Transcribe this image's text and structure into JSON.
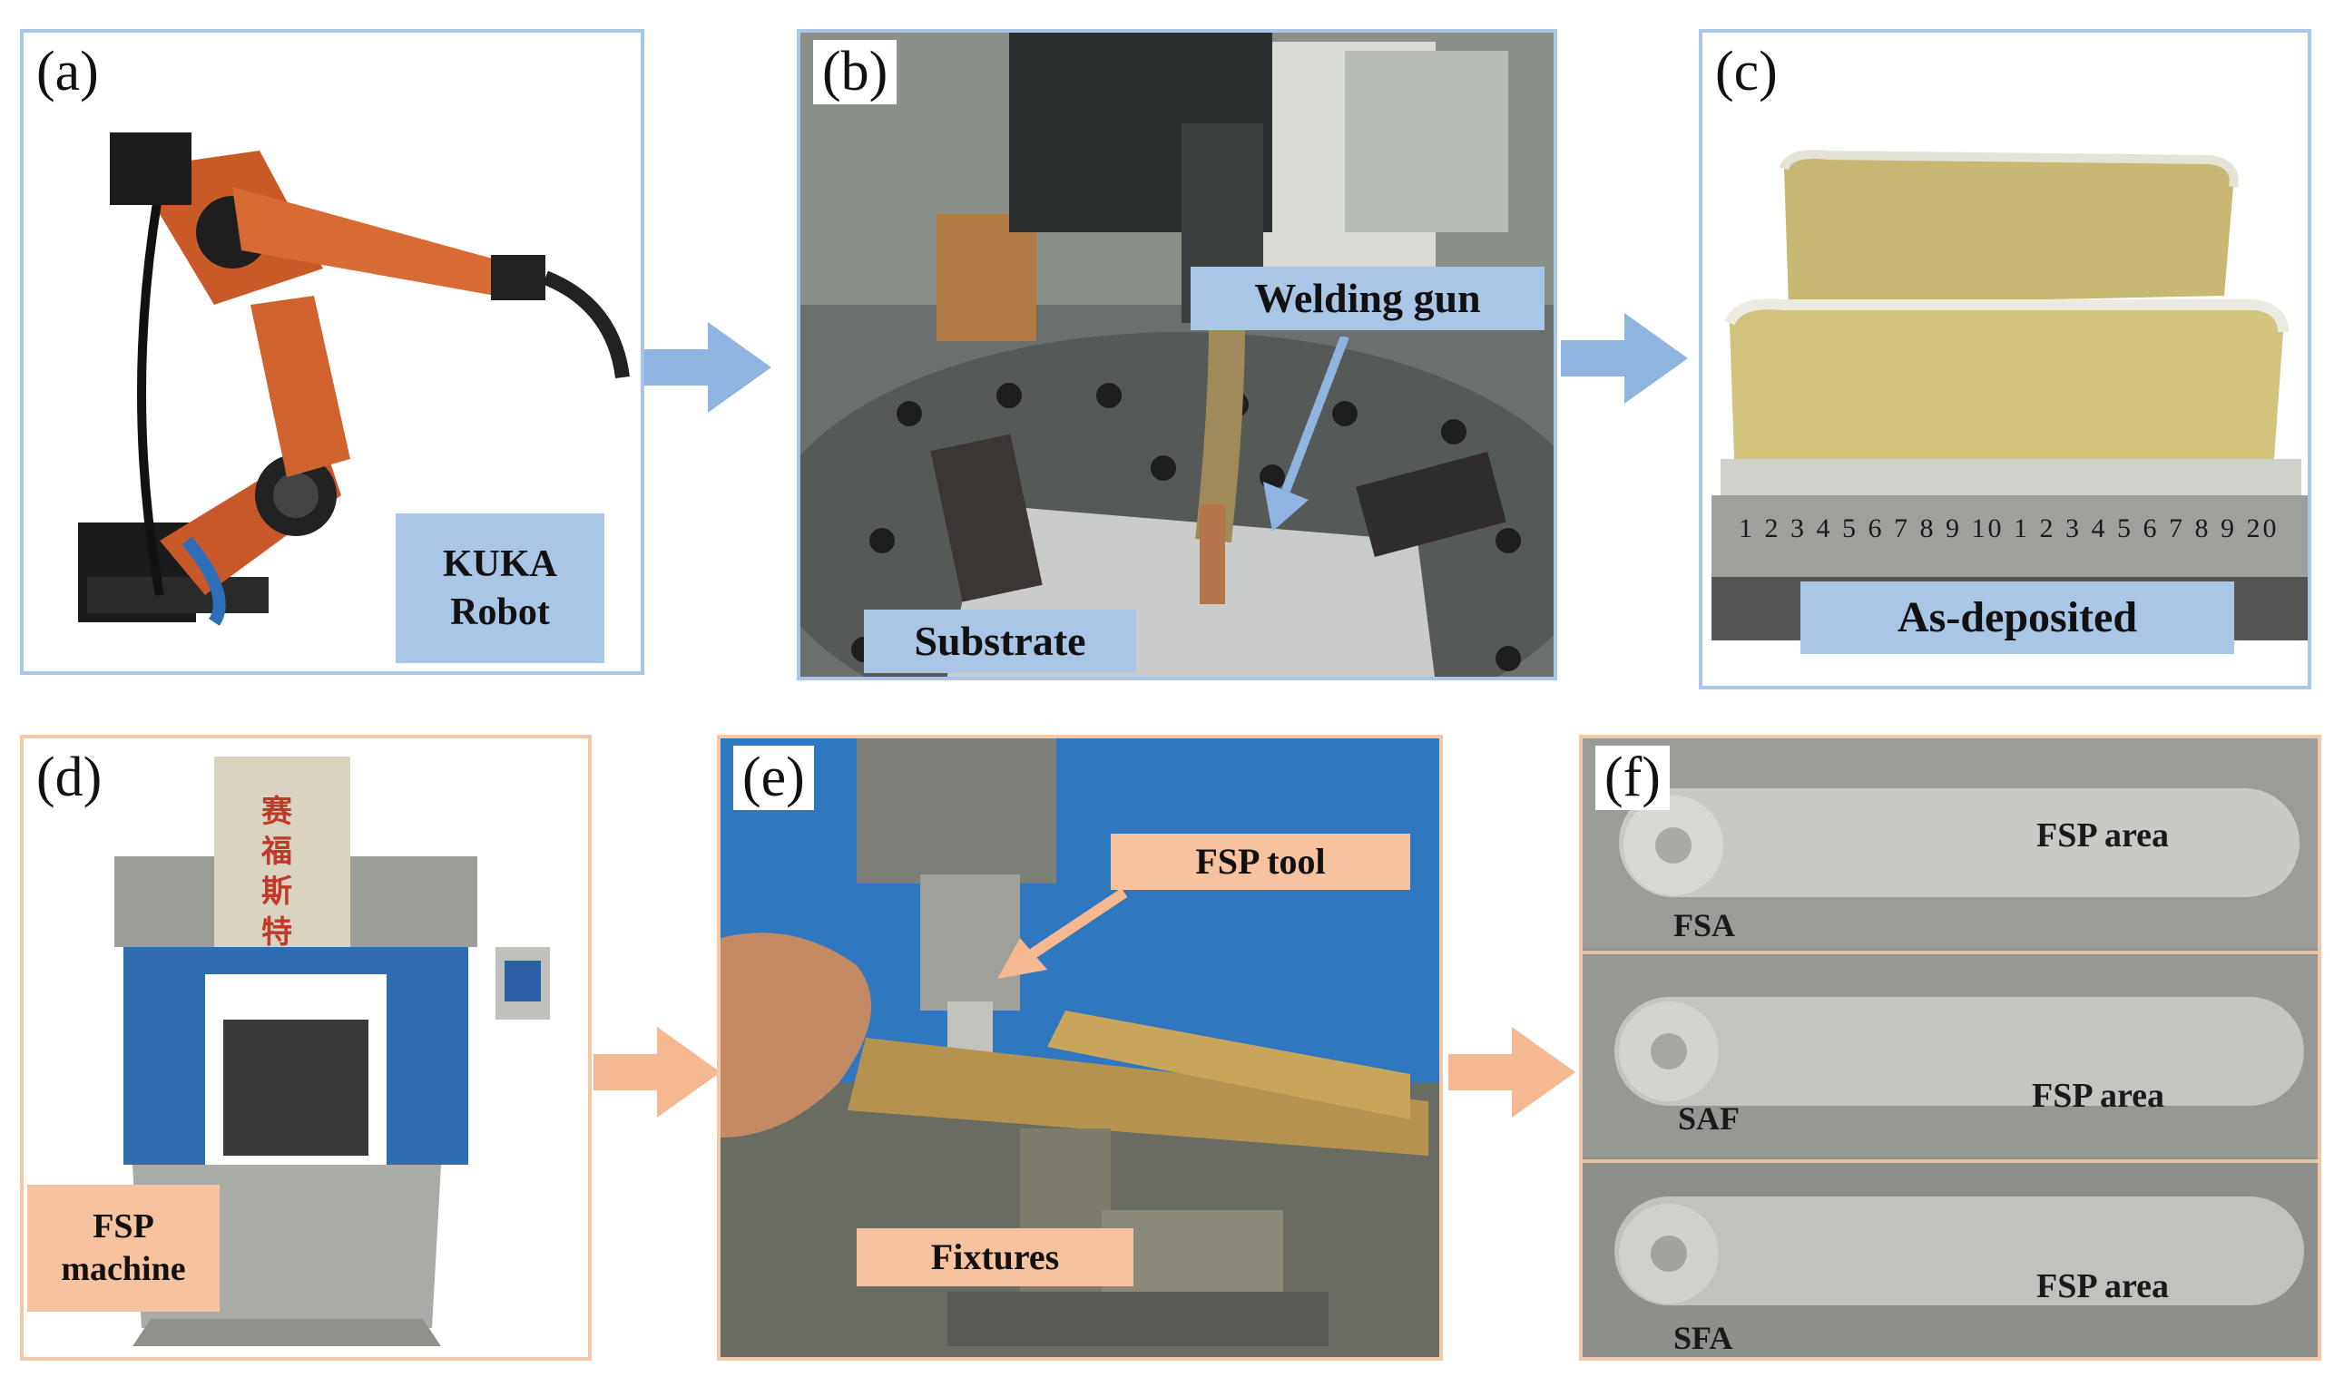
{
  "panels": {
    "a": {
      "letter": "(a)",
      "label": "KUKA Robot"
    },
    "b": {
      "letter": "(b)",
      "welding_gun": "Welding gun",
      "substrate": "Substrate"
    },
    "c": {
      "letter": "(c)",
      "label": "As-deposited",
      "ruler": "1 2 3 4 5 6 7 8 9 10 1 2 3 4 5 6 7 8 9 20"
    },
    "d": {
      "letter": "(d)",
      "label": "FSP machine",
      "logo_text": "赛福斯特"
    },
    "e": {
      "letter": "(e)",
      "fsp_tool": "FSP tool",
      "fixtures": "Fixtures"
    },
    "f": {
      "letter": "(f)",
      "strips": [
        {
          "area": "FSP area",
          "tag": "FSA"
        },
        {
          "area": "FSP area",
          "tag": "SAF"
        },
        {
          "area": "FSP area",
          "tag": "SFA"
        }
      ]
    }
  },
  "colors": {
    "top_frame": "#a9c6e6",
    "bottom_frame": "#f1c9a9",
    "top_arrow": "#8fb4e0",
    "bottom_arrow": "#f5b890"
  }
}
